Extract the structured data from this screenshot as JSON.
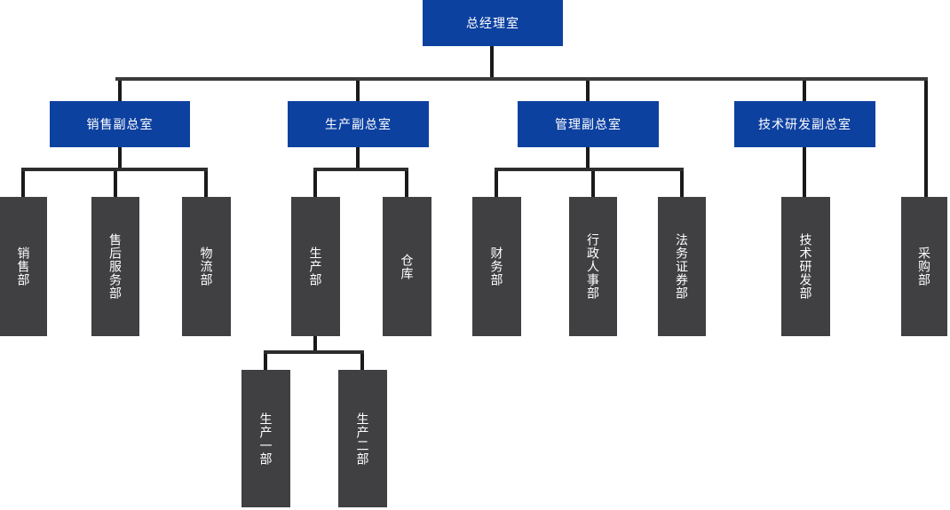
{
  "diagram": {
    "type": "org-chart",
    "nodes": {
      "gm": {
        "label": "总经理室",
        "level": 1
      },
      "sales_vp": {
        "label": "销售副总室",
        "level": 2
      },
      "production_vp": {
        "label": "生产副总室",
        "level": 2
      },
      "management_vp": {
        "label": "管理副总室",
        "level": 2
      },
      "tech_vp": {
        "label": "技术研发副总室",
        "level": 2
      },
      "sales": {
        "label": "销售部",
        "level": 3
      },
      "after_sales": {
        "label": "售后服务部",
        "level": 3
      },
      "logistics": {
        "label": "物流部",
        "level": 3
      },
      "production": {
        "label": "生产部",
        "level": 3
      },
      "warehouse": {
        "label": "仓库",
        "level": 3
      },
      "finance": {
        "label": "财务部",
        "level": 3
      },
      "admin_hr": {
        "label": "行政人事部",
        "level": 3
      },
      "legal_securities": {
        "label": "法务证券部",
        "level": 3
      },
      "tech_rd": {
        "label": "技术研发部",
        "level": 3
      },
      "purchasing": {
        "label": "采购部",
        "level": 3
      },
      "production_1": {
        "label": "生产一部",
        "level": 4
      },
      "production_2": {
        "label": "生产二部",
        "level": 4
      }
    },
    "edges": [
      [
        "gm",
        "sales_vp"
      ],
      [
        "gm",
        "production_vp"
      ],
      [
        "gm",
        "management_vp"
      ],
      [
        "gm",
        "tech_vp"
      ],
      [
        "gm",
        "purchasing"
      ],
      [
        "sales_vp",
        "sales"
      ],
      [
        "sales_vp",
        "after_sales"
      ],
      [
        "sales_vp",
        "logistics"
      ],
      [
        "production_vp",
        "production"
      ],
      [
        "production_vp",
        "warehouse"
      ],
      [
        "management_vp",
        "finance"
      ],
      [
        "management_vp",
        "admin_hr"
      ],
      [
        "management_vp",
        "legal_securities"
      ],
      [
        "tech_vp",
        "tech_rd"
      ],
      [
        "production",
        "production_1"
      ],
      [
        "production",
        "production_2"
      ]
    ],
    "colors": {
      "executive_node": "#0d41a0",
      "department_node": "#404043",
      "connector_vertical": "#1a1a1a",
      "connector_horizontal": "#3a3a3a",
      "node_text": "#ffffff",
      "background": "#ffffff"
    }
  }
}
